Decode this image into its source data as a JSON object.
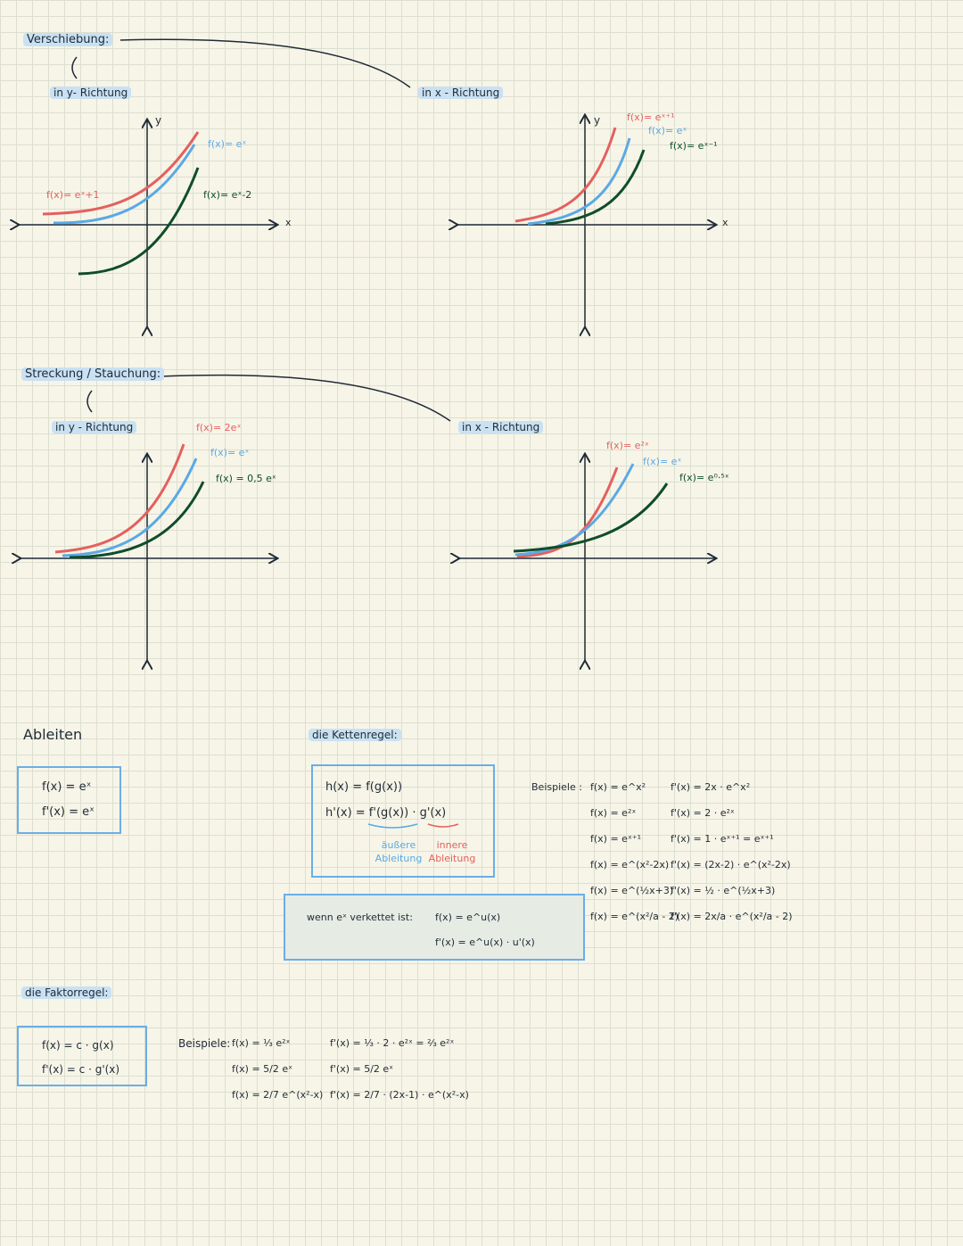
{
  "verschiebung": {
    "title": "Verschiebung:",
    "y_dir": "in y- Richtung",
    "x_dir": "in x - Richtung",
    "graph1": {
      "y_label": "y",
      "x_label": "x",
      "f_red": "f(x)= eˣ+1",
      "f_blue": "f(x)= eˣ",
      "f_green": "f(x)= eˣ-2"
    },
    "graph2": {
      "y_label": "y",
      "x_label": "x",
      "f_red": "f(x)= eˣ⁺¹",
      "f_blue": "f(x)= eˣ",
      "f_green": "f(x)= eˣ⁻¹"
    }
  },
  "streckung": {
    "title": "Streckung / Stauchung:",
    "y_dir": "in y - Richtung",
    "x_dir": "in x - Richtung",
    "graph1": {
      "f_red": "f(x)= 2eˣ",
      "f_blue": "f(x)= eˣ",
      "f_green": "f(x) = 0,5 eˣ"
    },
    "graph2": {
      "f_red": "f(x)= e²ˣ",
      "f_blue": "f(x)= eˣ",
      "f_green": "f(x)= e⁰·⁵ˣ"
    }
  },
  "ableiten": {
    "title": "Ableiten",
    "box_line1": "f(x) = eˣ",
    "box_line2": "f'(x) = eˣ"
  },
  "kettenregel": {
    "title": "die Kettenregel:",
    "line1": "h(x) = f(g(x))",
    "line2": "h'(x) = f'(g(x)) · g'(x)",
    "outer_label": "äußere Ableitung",
    "inner_label": "innere Ableitung",
    "chain_label": "wenn eˣ verkettet ist:",
    "chain_f": "f(x) = e^u(x)",
    "chain_fprime": "f'(x) = e^u(x) · u'(x)"
  },
  "beispiele_kette": {
    "label": "Beispiele :",
    "rows": [
      {
        "f": "f(x) = e^x²",
        "fp": "f'(x) = 2x · e^x²"
      },
      {
        "f": "f(x) = e²ˣ",
        "fp": "f'(x) = 2 · e²ˣ"
      },
      {
        "f": "f(x) = eˣ⁺¹",
        "fp": "f'(x) = 1 · eˣ⁺¹ = eˣ⁺¹"
      },
      {
        "f": "f(x) = e^(x²-2x)",
        "fp": "f'(x) = (2x-2) · e^(x²-2x)"
      },
      {
        "f": "f(x) = e^(½x+3)",
        "fp": "f'(x) = ½ · e^(½x+3)"
      },
      {
        "f": "f(x) = e^(x²/a - 2)",
        "fp": "f'(x) = 2x/a · e^(x²/a - 2)"
      }
    ]
  },
  "faktorregel": {
    "title": "die Faktorregel:",
    "box_line1": "f(x) = c · g(x)",
    "box_line2": "f'(x) = c · g'(x)",
    "label": "Beispiele:",
    "rows": [
      {
        "f": "f(x) = ⅓ e²ˣ",
        "fp": "f'(x) = ⅓ · 2 · e²ˣ = ⅔ e²ˣ"
      },
      {
        "f": "f(x) = 5/2 eˣ",
        "fp": "f'(x) = 5/2 eˣ"
      },
      {
        "f": "f(x) = 2/7 e^(x²-x)",
        "fp": "f'(x) = 2/7 · (2x-1) · e^(x²-x)"
      }
    ]
  },
  "colors": {
    "red": "#e4605e",
    "blue": "#5aa9e6",
    "green": "#0f4d2a",
    "box": "#6aaee8",
    "highlight": "#c9e1f2"
  }
}
